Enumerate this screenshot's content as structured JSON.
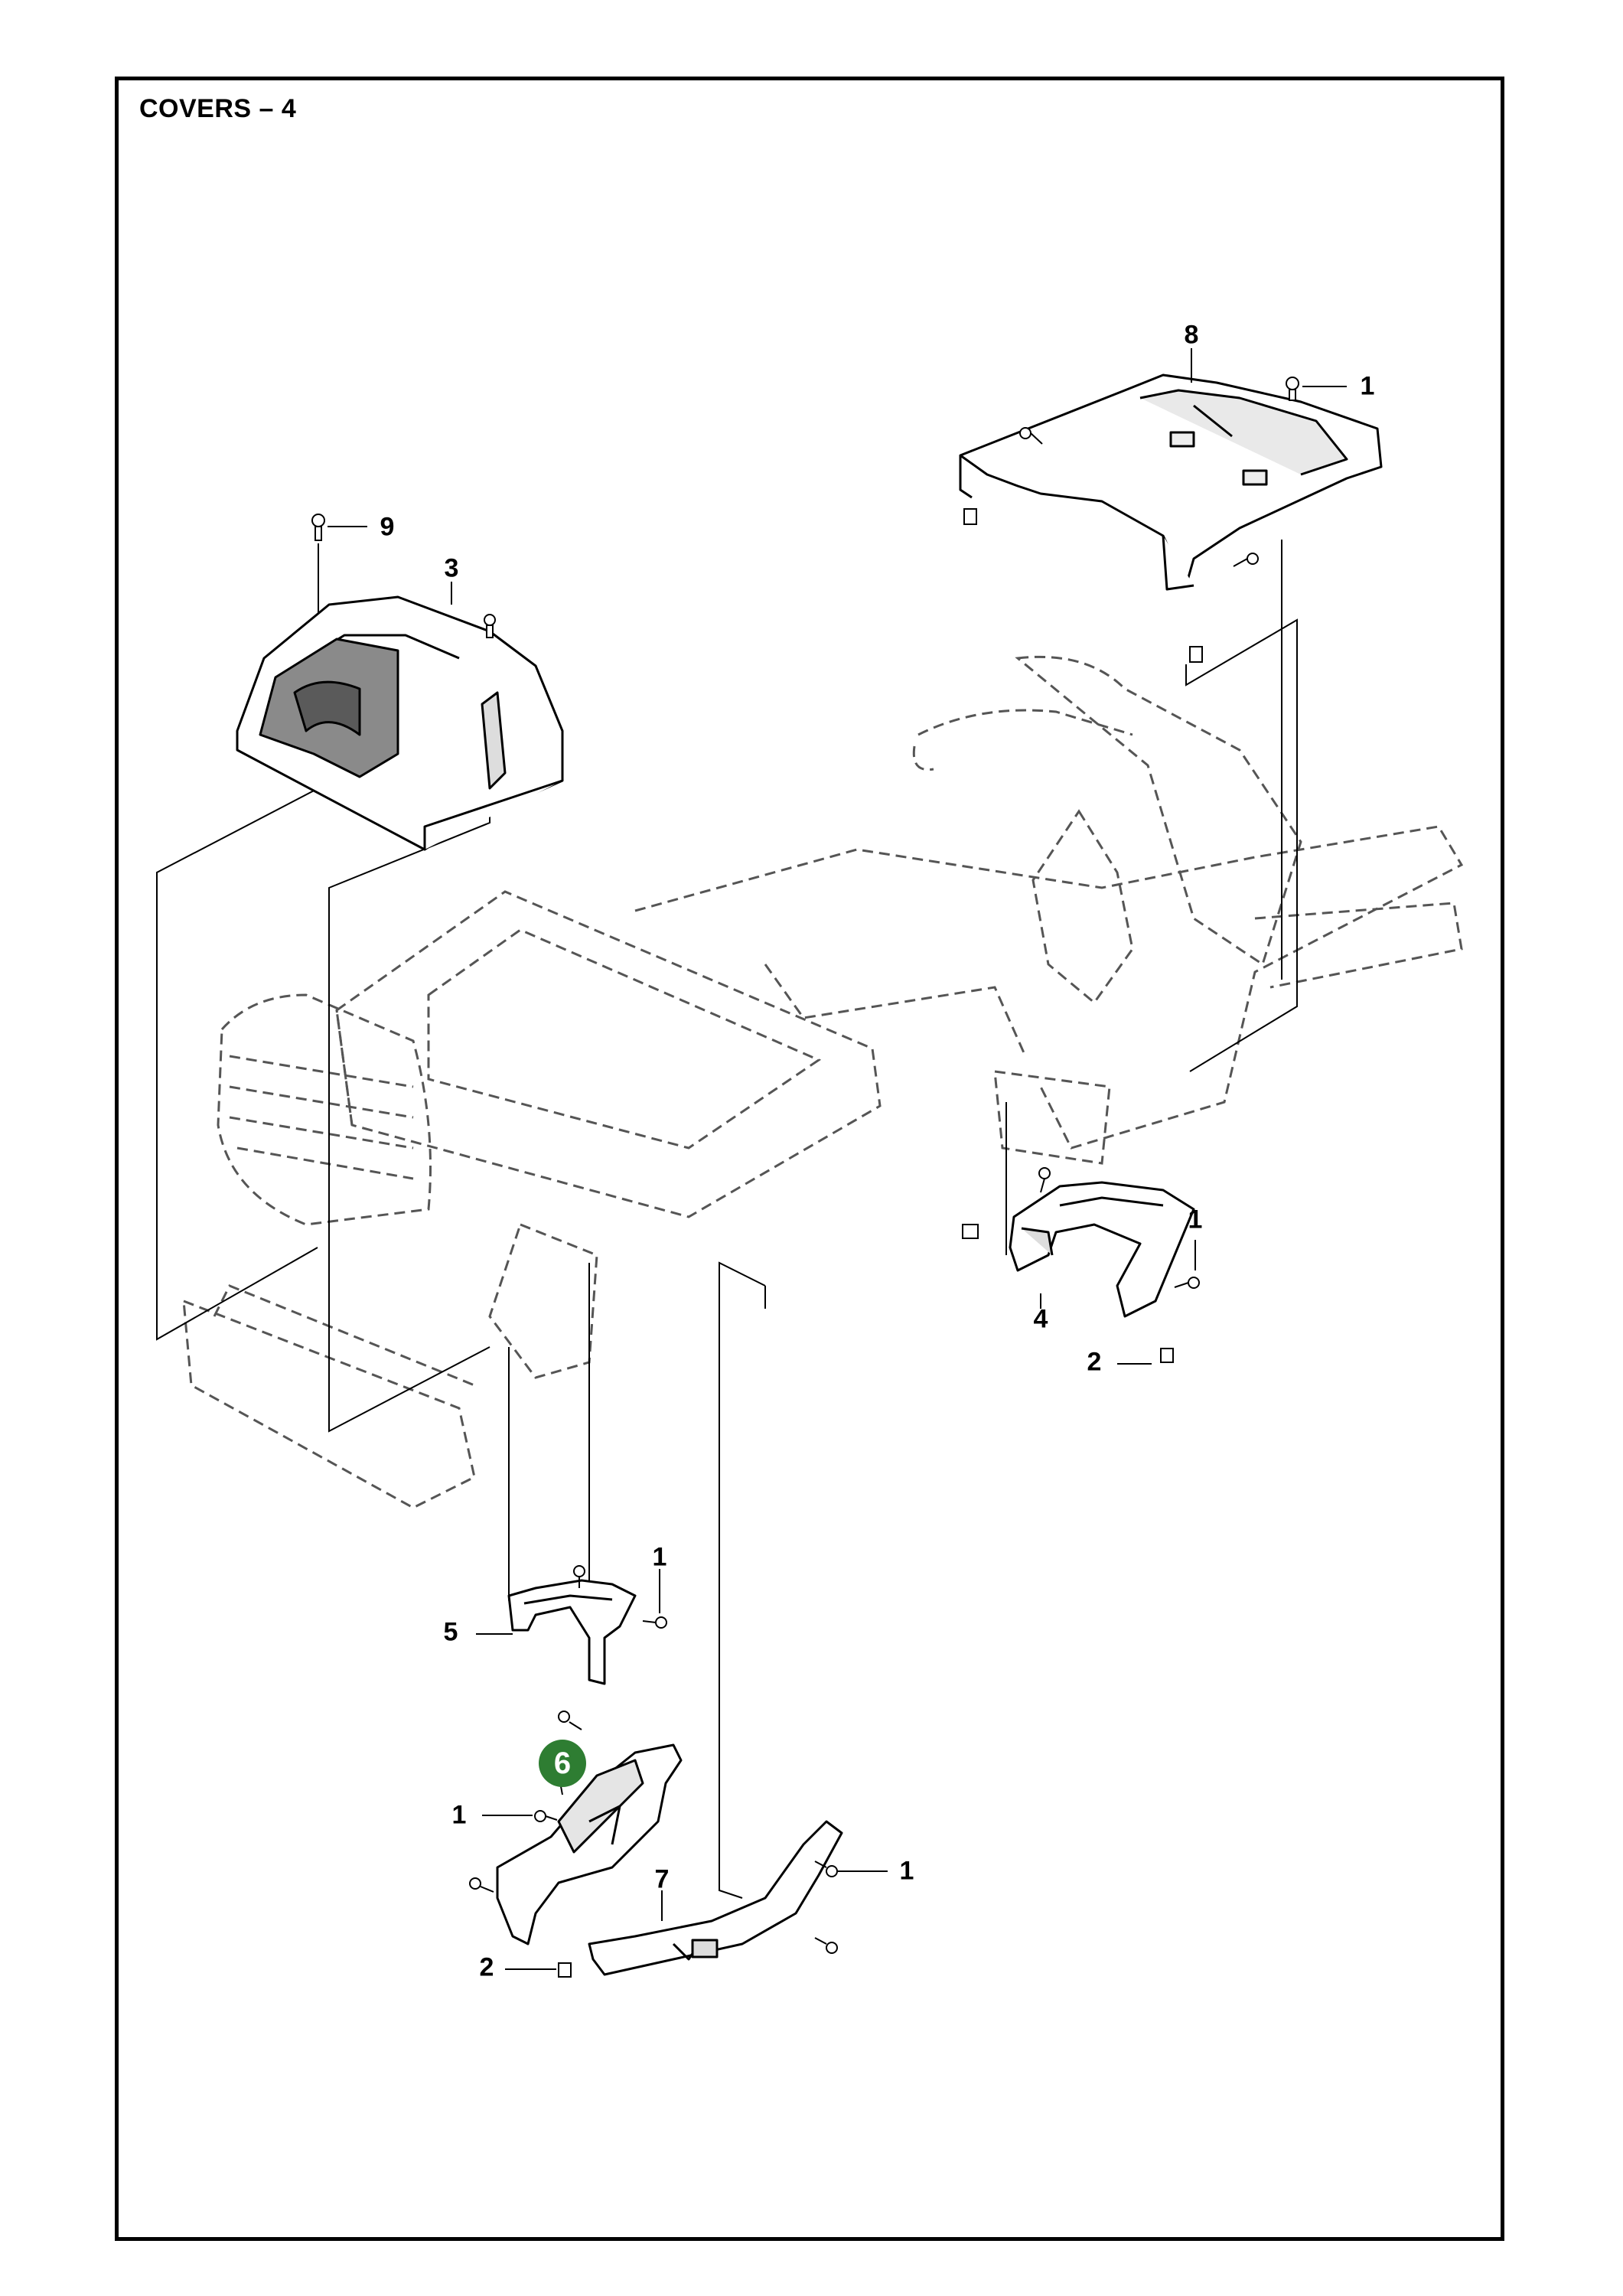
{
  "title": "COVERS – 4",
  "highlight_color": "#2e7d32",
  "callouts": [
    {
      "id": "c8",
      "label": "8"
    },
    {
      "id": "c1a",
      "label": "1"
    },
    {
      "id": "c9",
      "label": "9"
    },
    {
      "id": "c3",
      "label": "3"
    },
    {
      "id": "c1b",
      "label": "1"
    },
    {
      "id": "c4",
      "label": "4"
    },
    {
      "id": "c2a",
      "label": "2"
    },
    {
      "id": "c1c",
      "label": "1"
    },
    {
      "id": "c5",
      "label": "5"
    },
    {
      "id": "c6",
      "label": "6",
      "highlighted": true
    },
    {
      "id": "c1d",
      "label": "1"
    },
    {
      "id": "c7",
      "label": "7"
    },
    {
      "id": "c1e",
      "label": "1"
    },
    {
      "id": "c2b",
      "label": "2"
    }
  ]
}
